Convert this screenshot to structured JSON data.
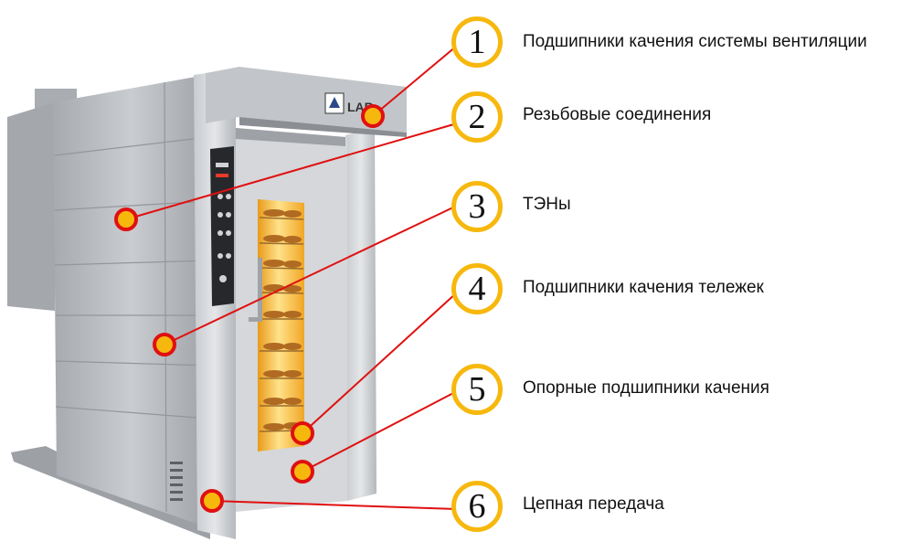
{
  "oven": {
    "brand_logo_text": "LAB",
    "colors": {
      "steel": "#b9bcc0",
      "steel_dark": "#8e9196",
      "door_glow": "#ffc94a",
      "panel": "#2a2c30",
      "marker_fill": "#f7b80e",
      "marker_ring": "#e01010",
      "number_ring": "#f7b80e",
      "leader_line": "#e01010"
    }
  },
  "callouts": [
    {
      "number": "1",
      "label": "Подшипники качения системы вентиляции"
    },
    {
      "number": "2",
      "label": "Резьбовые соединения"
    },
    {
      "number": "3",
      "label": "ТЭНы"
    },
    {
      "number": "4",
      "label": "Подшипники качения тележек"
    },
    {
      "number": "5",
      "label": "Опорные подшипники качения"
    },
    {
      "number": "6",
      "label": "Цепная передача"
    }
  ]
}
